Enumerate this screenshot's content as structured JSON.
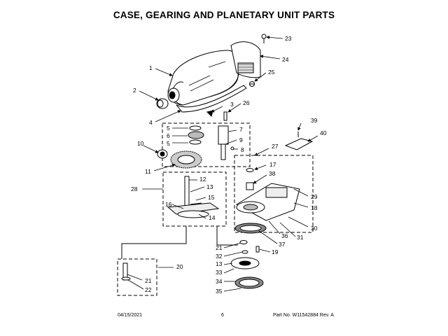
{
  "page": {
    "title": "CASE, GEARING AND PLANETARY UNIT PARTS"
  },
  "footer": {
    "date": "04/15/2021",
    "page_number": "6",
    "part_no": "Part No.  W11542884  Rev. A"
  },
  "callouts": [
    "1",
    "2",
    "3",
    "4",
    "5",
    "6",
    "5",
    "7",
    "8",
    "9",
    "10",
    "11",
    "12",
    "13",
    "14",
    "15",
    "16",
    "17",
    "18",
    "19",
    "20",
    "21",
    "22",
    "23",
    "24",
    "25",
    "26",
    "27",
    "28",
    "29",
    "30",
    "31",
    "32",
    "33",
    "34",
    "35",
    "36",
    "37",
    "38",
    "39",
    "40",
    "21",
    "13"
  ],
  "icons": {
    "leader_arrow": "arrow-icon"
  }
}
